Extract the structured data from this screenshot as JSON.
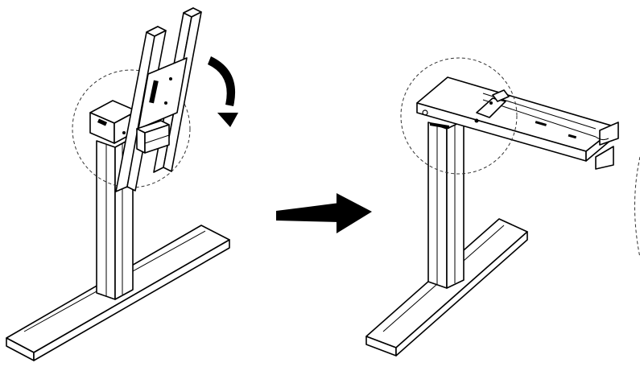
{
  "diagram": {
    "step_before": {
      "assembly": "desk-leg-with-crossbeam-raised",
      "detail_circle": "dashed",
      "rotation_arrow": "clockwise-curved-arrow"
    },
    "transition_arrow": "right-arrow",
    "step_after": {
      "assembly": "desk-leg-with-crossbeam-lowered",
      "detail_circle": "dashed"
    },
    "colors": {
      "line": "#000000",
      "fill": "#ffffff",
      "dash": "#333333"
    }
  }
}
